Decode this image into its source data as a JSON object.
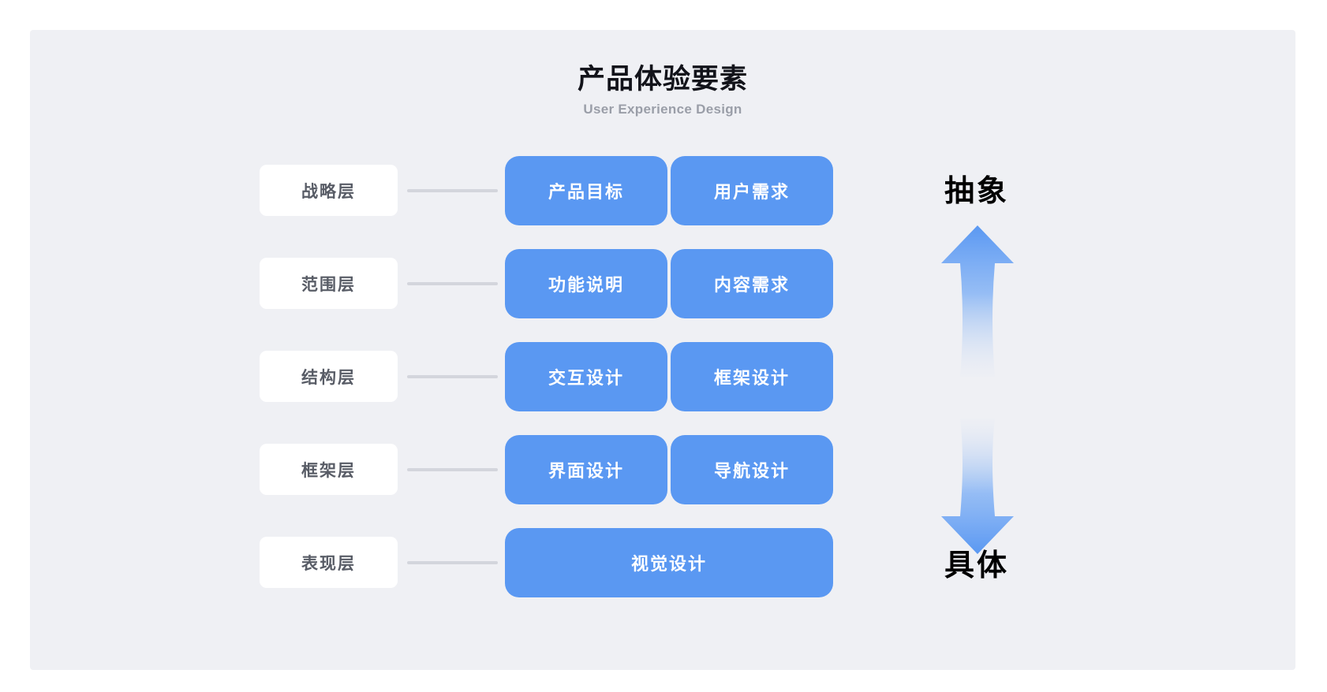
{
  "header": {
    "title": "产品体验要素",
    "subtitle": "User Experience Design"
  },
  "colors": {
    "page_background": "#ffffff",
    "panel_background": "#eff0f4",
    "box_blue": "#5a98f2",
    "label_card": "#ffffff",
    "label_text": "#585c66",
    "connector_gray": "#d3d5dc",
    "title_text": "#12131a",
    "subtitle_text": "#9a9ea8",
    "axis_text": "#000000"
  },
  "diagram": {
    "rows": [
      {
        "layer": "战略层",
        "boxes": [
          {
            "label": "产品目标"
          },
          {
            "label": "用户需求"
          }
        ]
      },
      {
        "layer": "范围层",
        "boxes": [
          {
            "label": "功能说明"
          },
          {
            "label": "内容需求"
          }
        ]
      },
      {
        "layer": "结构层",
        "boxes": [
          {
            "label": "交互设计"
          },
          {
            "label": "框架设计"
          }
        ]
      },
      {
        "layer": "框架层",
        "boxes": [
          {
            "label": "界面设计"
          },
          {
            "label": "导航设计"
          }
        ]
      },
      {
        "layer": "表现层",
        "boxes": [
          {
            "label": "视觉设计"
          }
        ]
      }
    ]
  },
  "axis": {
    "top_label": "抽象",
    "bottom_label": "具体",
    "up_arrow_icon": "arrow-up-gradient-icon",
    "down_arrow_icon": "arrow-down-gradient-icon"
  }
}
